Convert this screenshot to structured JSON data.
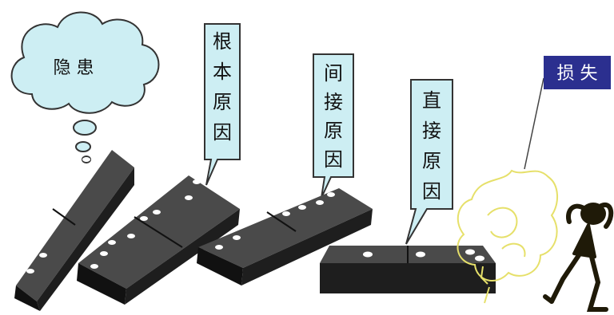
{
  "diagram": {
    "type": "domino-chain",
    "colors": {
      "domino": "#2d2d2d",
      "domino_top": "#4a4a4a",
      "pip": "#ffffff",
      "callout_fill": "#cdeef3",
      "callout_stroke": "#333333",
      "loss_box": "#2b2f8f",
      "loss_text": "#ffffff",
      "explosion": "#f2ef7a",
      "figure": "#1f1a08"
    },
    "labels": {
      "hazard": "隐 患",
      "root_cause": [
        "根",
        "本",
        "原",
        "因"
      ],
      "indirect_cause": [
        "间",
        "接",
        "原",
        "因"
      ],
      "direct_cause": [
        "直",
        "接",
        "原",
        "因"
      ],
      "loss": "损 失"
    },
    "icons": [
      "thought-cloud-icon",
      "explosion-icon",
      "falling-person-icon"
    ]
  }
}
